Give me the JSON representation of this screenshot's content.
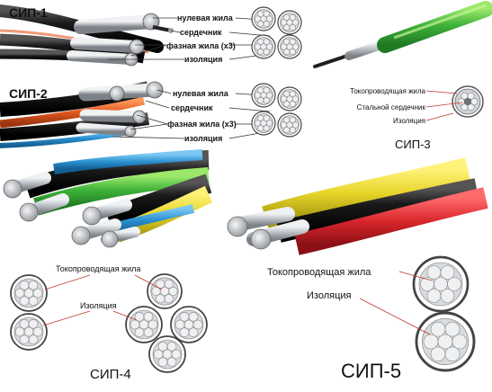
{
  "sip1": {
    "title": "СИП-1",
    "labels": {
      "neutral": "нулевая жила",
      "core": "сердечник",
      "phase": "фазная жила (х3)",
      "insulation": "изоляция"
    }
  },
  "sip2": {
    "title": "СИП-2",
    "labels": {
      "neutral": "нулевая жила",
      "core": "сердечник",
      "phase": "фазная жила (х3)",
      "insulation": "изоляция"
    }
  },
  "sip3": {
    "title": "СИП-3",
    "labels": {
      "conductor": "Токопроводящая жила",
      "steel_core": "Стальной сердечник",
      "insulation": "Изоляция"
    }
  },
  "sip4": {
    "title": "СИП-4",
    "labels": {
      "conductor": "Токопроводящая жила",
      "insulation": "Изоляция"
    }
  },
  "sip5": {
    "title": "СИП-5",
    "labels": {
      "conductor": "Токопроводящая жила",
      "insulation": "Изоляция"
    }
  },
  "colors": {
    "wire_black": "#1c1c1c",
    "green": "#3fb23a",
    "yellow": "#e7d52a",
    "red": "#d8262c",
    "blue": "#2a8fd0",
    "orange": "#e2561f",
    "aluminum": "#b9bcc0",
    "leader_red": "#c0392b"
  }
}
